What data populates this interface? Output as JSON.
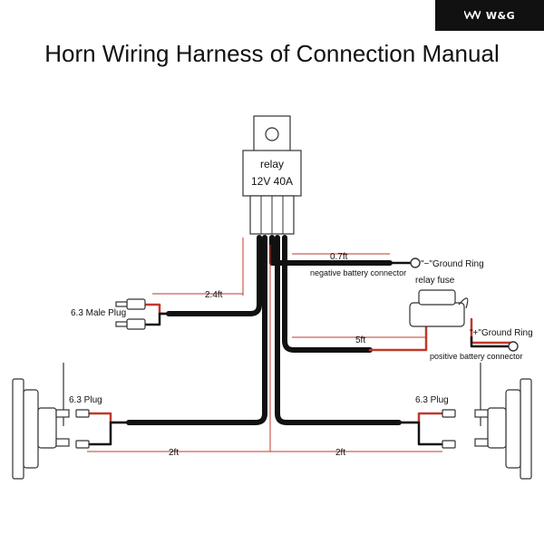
{
  "brand": {
    "name": "W&G",
    "icon": "wg-logo-icon"
  },
  "title": "Horn Wiring Harness of Connection Manual",
  "relay": {
    "label": "relay",
    "rating": "12V 40A"
  },
  "labels": {
    "relay_fuse": "relay fuse",
    "negative_ground": "\"−\"Ground Ring",
    "negative_connector": "negative battery connector",
    "positive_ground": "\"+\"Ground Ring",
    "positive_connector": "positive battery connector",
    "male_plug": "6.3 Male Plug",
    "plug_left": "6.3 Plug",
    "plug_right": "6.3 Plug"
  },
  "dimensions": {
    "neg_wire": "0.7ft",
    "male_plug_wire": "2.4ft",
    "pos_wire": "5ft",
    "left_horn_wire": "2ft",
    "right_horn_wire": "2ft"
  },
  "colors": {
    "wire": "#111111",
    "red_wire": "#c0392b",
    "brand_bg": "#111111"
  }
}
